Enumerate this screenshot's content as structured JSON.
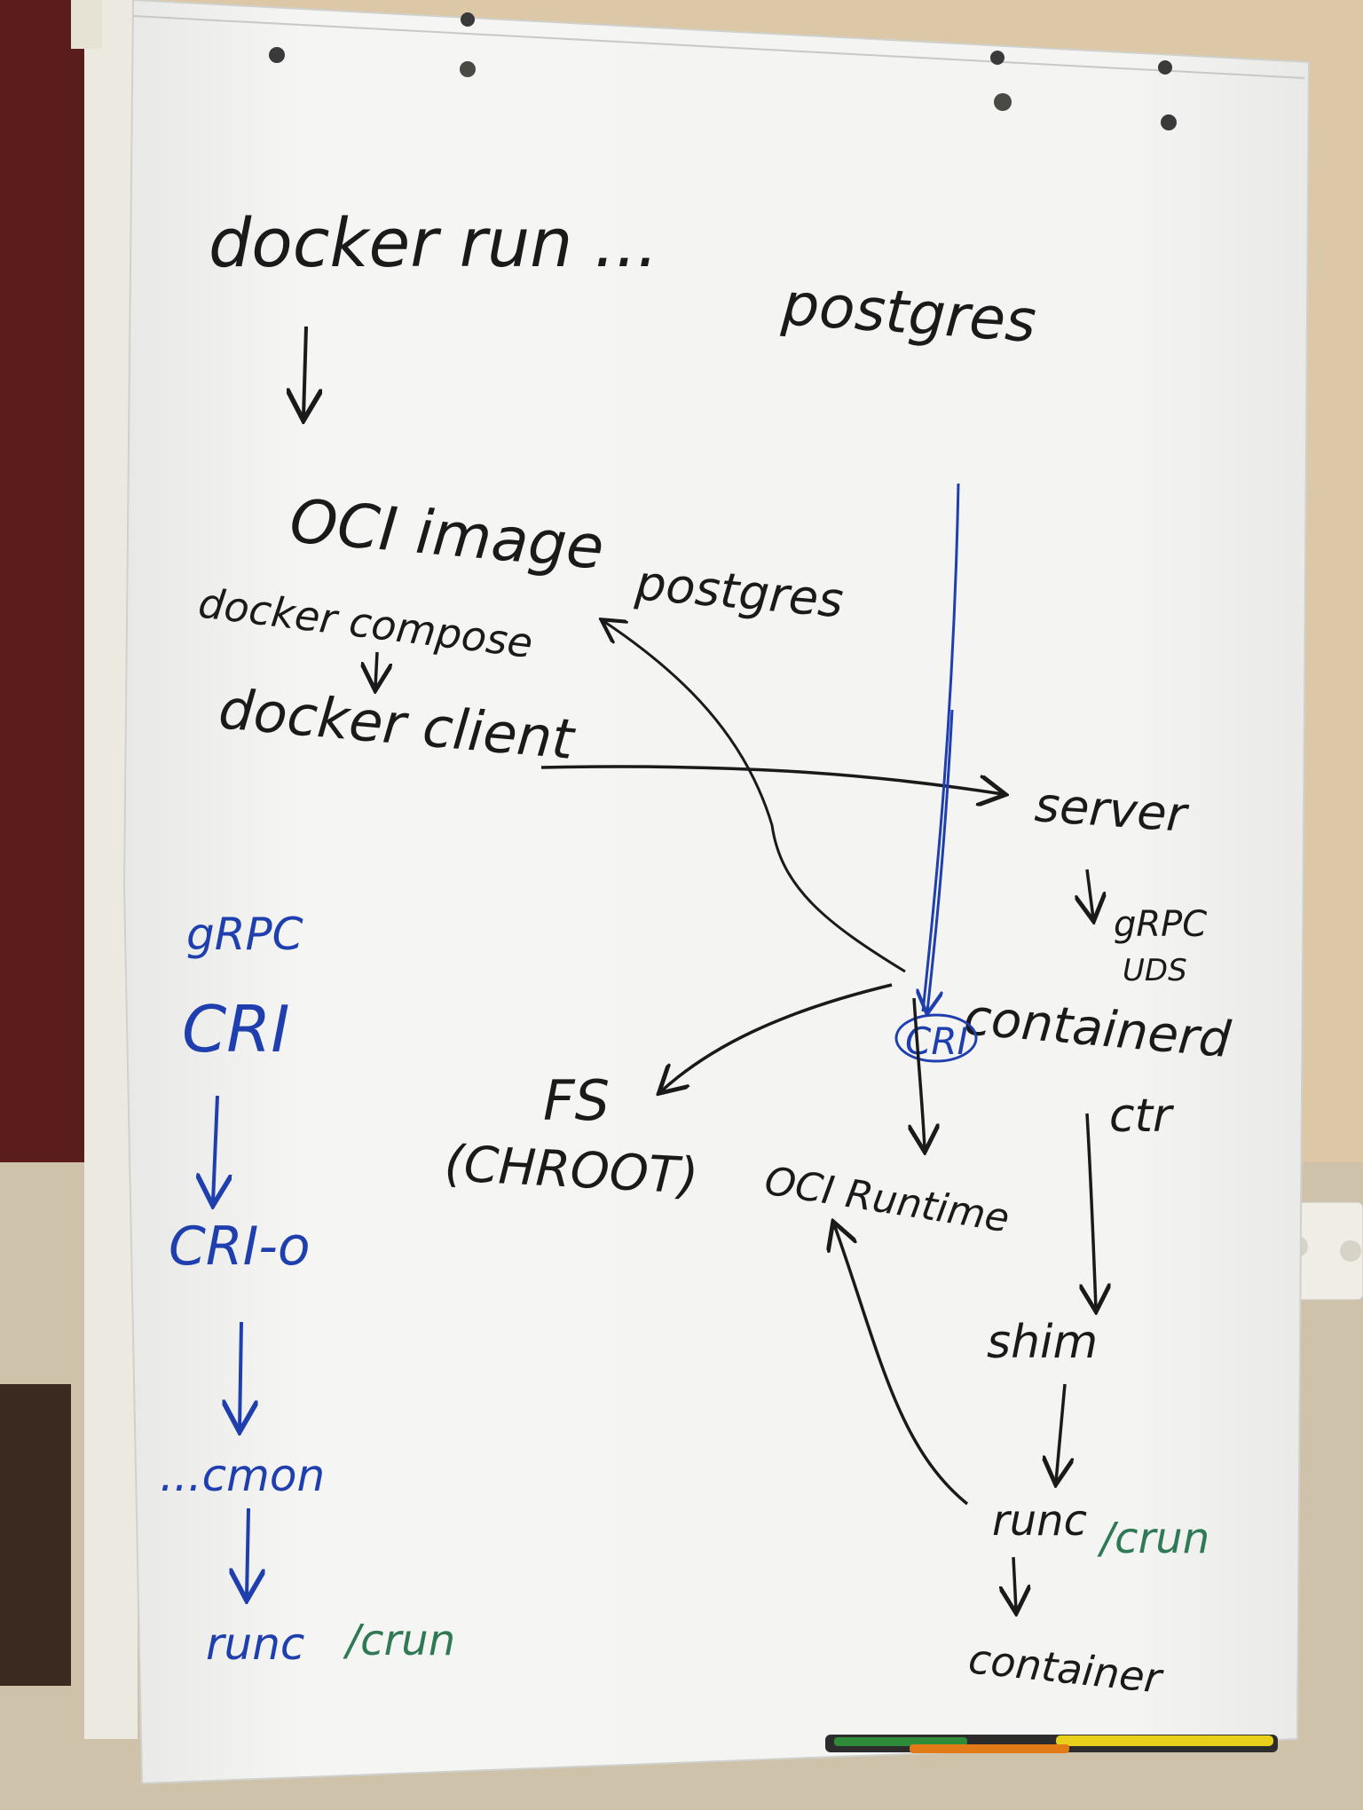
{
  "colors": {
    "black_ink": "#1a1a1a",
    "blue_ink": "#1f3fae",
    "green_ink": "#2f7a55",
    "paper": "#f3f3f1",
    "wall": "#dcc8a6",
    "curtain": "#5a1a1a",
    "floor": "#cfc2ab"
  },
  "labels": {
    "docker_run": "docker run ...",
    "postgres_top": "postgres",
    "oci_image": "OCI image",
    "postgres_mid": "postgres",
    "docker_compose": "docker compose",
    "docker_client": "docker client",
    "server": "server",
    "grpc_uds_1": "gRPC",
    "grpc_uds_2": "UDS",
    "containerd": "containerd",
    "cri_circled": "CRI",
    "ctr": "ctr",
    "fs": "FS",
    "chroot": "(CHROOT)",
    "oci_runtime": "OCI Runtime",
    "shim": "shim",
    "runc_right": "runc",
    "crun_right": "/crun",
    "container": "container",
    "grpc_left": "gRPC",
    "cri_left": "CRI",
    "cri_o": "CRI-o",
    "conmon": "...cmon",
    "runc_left": "runc",
    "crun_left": "/crun"
  },
  "icons": {
    "arrow": "arrow-icon"
  }
}
